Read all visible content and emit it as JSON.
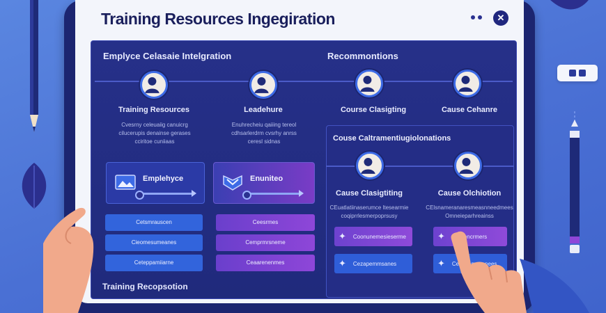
{
  "window": {
    "title": "Training Resources Ingegiration"
  },
  "panel": {
    "heading_left": "Emplyce Celasaie Intelgration",
    "heading_right": "Recommontions"
  },
  "flow_nodes": [
    {
      "label": "Training Resources",
      "sub1": "Cvesrny celeuaiig canuicrg",
      "sub2": "cilucerupis denainse gerases",
      "sub3": "cciritoe cuniiaas"
    },
    {
      "label": "Leadehure",
      "sub1": "Enuhrecheiu qaiiing tereol",
      "sub2": "cdhsarlerdrm cvsrhy anrss",
      "sub3": "ceresl sidnas"
    },
    {
      "label": "Course Clasigting"
    },
    {
      "label": "Cause Cehanre"
    }
  ],
  "cards": {
    "left_title": "Emplehyce",
    "right_title": "Enuniteo"
  },
  "left_buttons": [
    "Cetsmrauscen",
    "Cieomesumeanes",
    "Ceteppamiiarne"
  ],
  "right_buttons": [
    "Ceesrmes",
    "Cemprmrsneme",
    "Ceaarenenmes"
  ],
  "footer": {
    "label": "Training Recopsotion"
  },
  "recommendations": {
    "heading": "Couse Caltramentiugiolonations",
    "nodes": [
      {
        "label": "Cause Clasigtiting",
        "sub1": "CEuatlatiinaserumce ltesearmie",
        "sub2": "coqiprrlesmerpoprsusy"
      },
      {
        "label": "Cause Olchiotion",
        "sub1": "CElsnameranaresmeasnneedmees",
        "sub2": "Omneieparhreainss"
      }
    ],
    "buttons": [
      "Coonunemesieserme",
      "Cemoncrmers",
      "Cezapemmsanes",
      "Ceesuemecanees"
    ]
  },
  "colors": {
    "background": "#4f7ad8",
    "panel": "#263089",
    "accent_blue": "#3264dc",
    "accent_purple": "#8e46d8",
    "title_text": "#1a1f5c"
  }
}
